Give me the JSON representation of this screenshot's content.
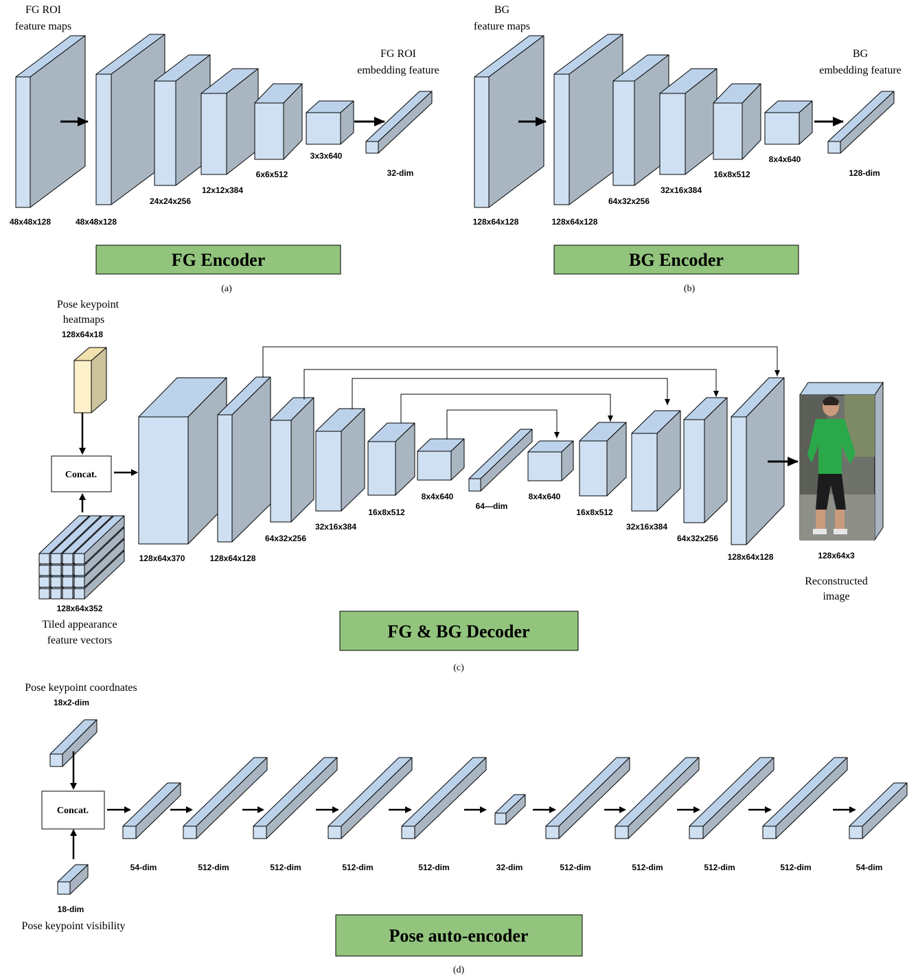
{
  "colors": {
    "front": "#cfe0f2",
    "top": "#bcd2ea",
    "side": "#a9b6c2",
    "heat_front": "#fdf1cc",
    "heat_top": "#f1e1ae",
    "heat_side": "#cdc39c",
    "banner": "#92c47d",
    "stroke": "#000000"
  },
  "panel_a": {
    "input_caption": [
      "FG ROI",
      "feature maps"
    ],
    "output_caption": [
      "FG ROI",
      "embedding feature"
    ],
    "dims": [
      "48x48x128",
      "48x48x128",
      "24x24x256",
      "12x12x384",
      "6x6x512",
      "3x3x640",
      "32-dim"
    ],
    "banner": "FG Encoder",
    "label": "(a)"
  },
  "panel_b": {
    "input_caption": [
      "BG",
      "feature maps"
    ],
    "output_caption": [
      "BG",
      "embedding feature"
    ],
    "dims": [
      "128x64x128",
      "128x64x128",
      "64x32x256",
      "32x16x384",
      "16x8x512",
      "8x4x640",
      "128-dim"
    ],
    "banner": "BG Encoder",
    "label": "(b)"
  },
  "panel_c": {
    "heatmap_caption": [
      "Pose keypoint",
      "heatmaps"
    ],
    "heatmap_dim": "128x64x18",
    "concat": "Concat.",
    "tiled_dim": "128x64x352",
    "tiled_caption": [
      "Tiled appearance",
      "feature vectors"
    ],
    "dims": [
      "128x64x370",
      "128x64x128",
      "64x32x256",
      "32x16x384",
      "16x8x512",
      "8x4x640",
      "64—dim",
      "8x4x640",
      "16x8x512",
      "32x16x384",
      "64x32x256",
      "128x64x128",
      "128x64x3"
    ],
    "output_caption": [
      "Reconstructed",
      "image"
    ],
    "banner": "FG & BG Decoder",
    "label": "(c)"
  },
  "panel_d": {
    "coord_caption": "Pose keypoint coordnates",
    "coord_dim": "18x2-dim",
    "concat": "Concat.",
    "vis_dim": "18-dim",
    "vis_caption": "Pose keypoint visibility",
    "dims": [
      "54-dim",
      "512-dim",
      "512-dim",
      "512-dim",
      "512-dim",
      "32-dim",
      "512-dim",
      "512-dim",
      "512-dim",
      "512-dim",
      "54-dim"
    ],
    "banner": "Pose auto-encoder",
    "label": "(d)"
  }
}
